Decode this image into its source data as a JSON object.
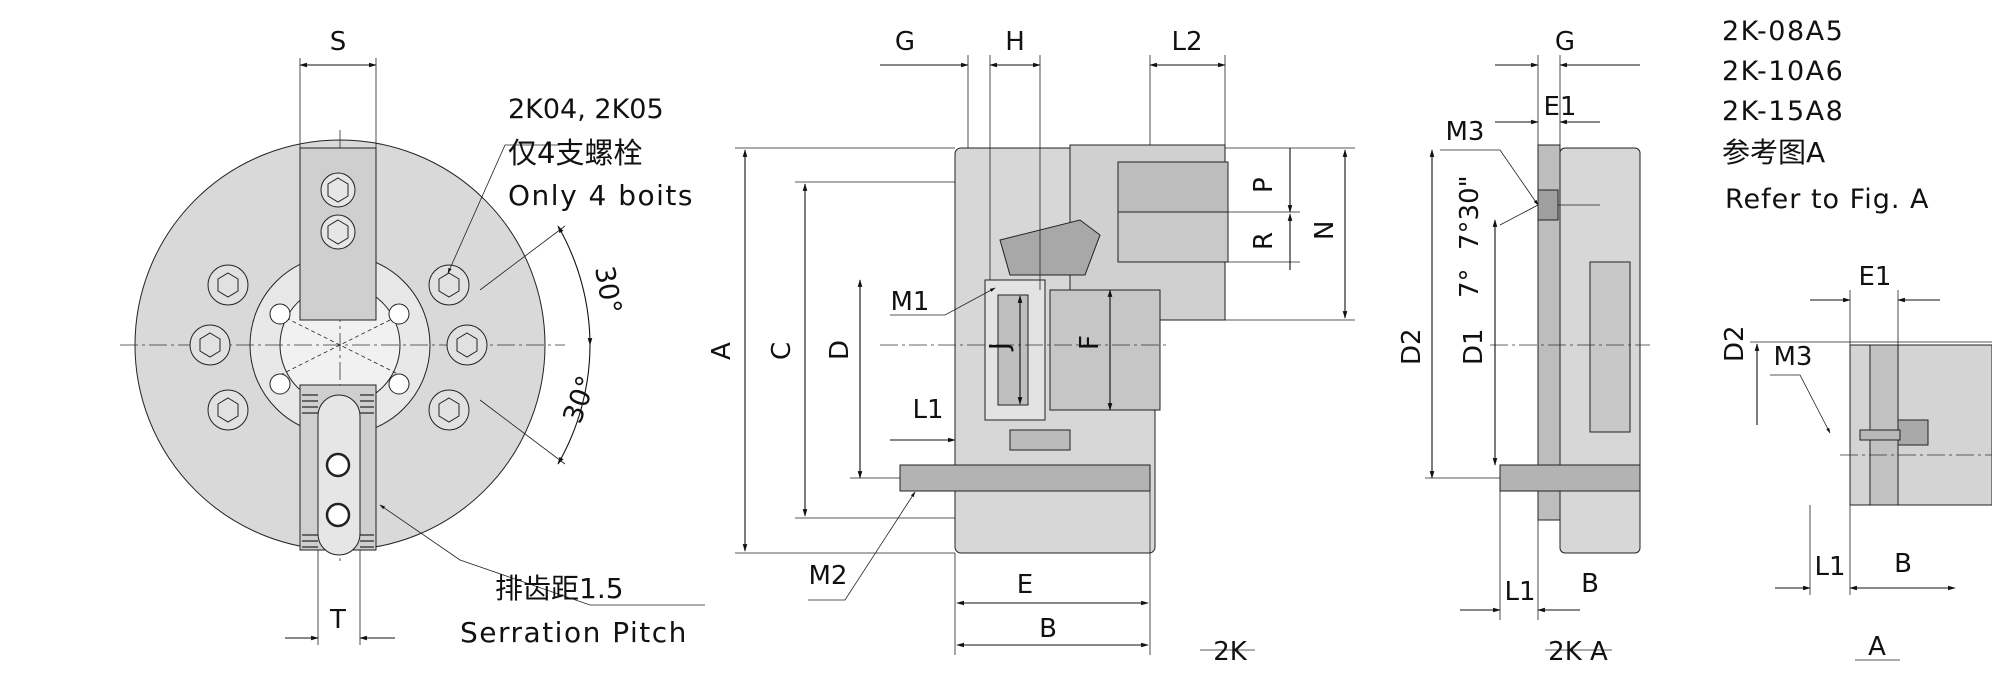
{
  "front_view": {
    "dim_S": "S",
    "dim_T": "T",
    "note_bolts_line1": "2K04, 2K05",
    "note_bolts_line2": "仅4支螺栓",
    "note_bolts_line3": "Only 4 boits",
    "angle_upper": "30°",
    "angle_lower": "30°",
    "note_pitch_cn": "排齿距1.5",
    "note_pitch_en": "Serration Pitch"
  },
  "section_view": {
    "dim_G": "G",
    "dim_H": "H",
    "dim_L2": "L2",
    "dim_P": "P",
    "dim_R": "R",
    "dim_N": "N",
    "dim_A": "A",
    "dim_C": "C",
    "dim_D": "D",
    "dim_J": "J",
    "dim_F": "F",
    "dim_M1": "M1",
    "dim_L1": "L1",
    "dim_M2": "M2",
    "dim_E": "E",
    "dim_B": "B",
    "caption": "2K"
  },
  "side_view_a": {
    "dim_G": "G",
    "dim_E1": "E1",
    "dim_M3": "M3",
    "angle_1": "7°30\"",
    "angle_2": "7°",
    "dim_D2": "D2",
    "dim_D1": "D1",
    "dim_L1": "L1",
    "dim_B": "B",
    "caption": "2K A"
  },
  "models": [
    "2K-08A5",
    "2K-10A6",
    "2K-15A8"
  ],
  "reference": {
    "cn": "参考图A",
    "en": "Refer to Fig. A"
  },
  "fig_a": {
    "dim_E1": "E1",
    "dim_D2": "D2",
    "dim_M3": "M3",
    "dim_L1": "L1",
    "dim_B": "B",
    "caption": "A"
  }
}
